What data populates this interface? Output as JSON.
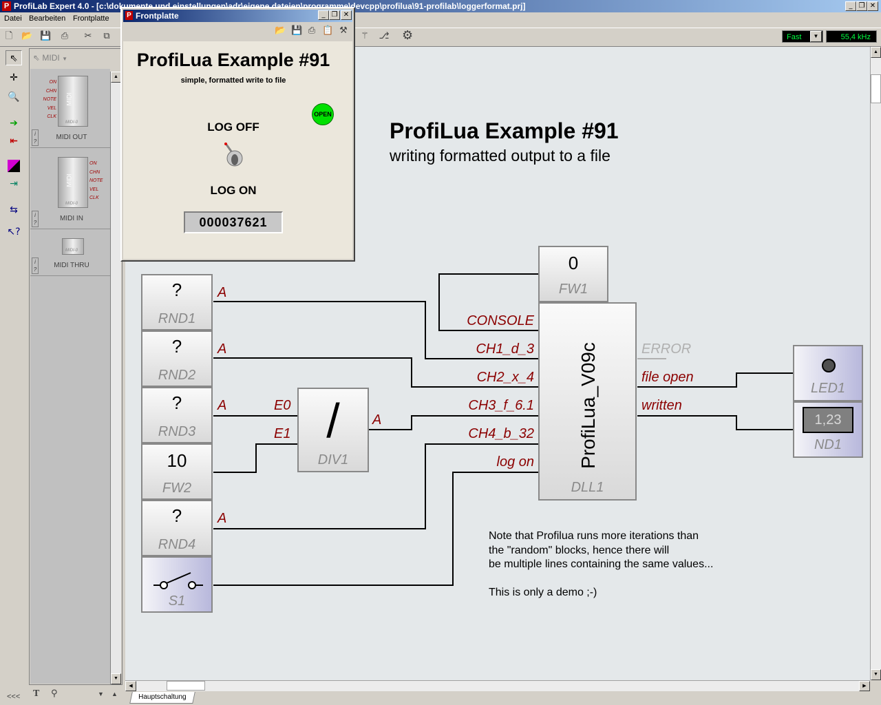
{
  "app": {
    "title": "ProfiLab Expert 4.0 - [c:\\dokumente und einstellungen\\adr\\eigene dateien\\programme\\devcpp\\profilua\\91-profilab\\loggerformat.prj]",
    "logo_glyph": "P"
  },
  "window_buttons": {
    "minimize": "_",
    "restore": "❐",
    "close": "✕"
  },
  "menu": [
    "Datei",
    "Bearbeiten",
    "Frontplatte"
  ],
  "toolbar": {
    "speed_label": "Fast",
    "frequency": "55,4 kHz"
  },
  "library": {
    "category": "MIDI",
    "items": [
      {
        "name": "MIDI OUT",
        "pins": [
          "ON",
          "CHN",
          "NOTE",
          "VEL",
          "CLK"
        ],
        "chip_label": "MIDI",
        "sub": "MIDI-0"
      },
      {
        "name": "MIDI IN",
        "pins": [
          "ON",
          "CHN",
          "NOTE",
          "VEL",
          "CLK"
        ],
        "chip_label": "MIDI",
        "sub": "MIDI-0"
      },
      {
        "name": "MIDI THRU",
        "chip_label": "MIDI-0"
      }
    ],
    "info_glyph": "i",
    "help_glyph": "?"
  },
  "diagram": {
    "heading": "ProfiLua Example #91",
    "subheading": "writing formatted output to a file",
    "blocks": {
      "rnd1": {
        "value": "?",
        "label": "RND1",
        "out": "A"
      },
      "rnd2": {
        "value": "?",
        "label": "RND2",
        "out": "A"
      },
      "rnd3": {
        "value": "?",
        "label": "RND3",
        "out": "A"
      },
      "fw2": {
        "value": "10",
        "label": "FW2"
      },
      "rnd4": {
        "value": "?",
        "label": "RND4",
        "out": "A"
      },
      "s1": {
        "label": "S1"
      },
      "div1": {
        "symbol": "/",
        "label": "DIV1",
        "in1": "E0",
        "in2": "E1",
        "out": "A"
      },
      "fw1": {
        "value": "0",
        "label": "FW1"
      },
      "dll1": {
        "name": "ProfiLua_V09c",
        "label": "DLL1",
        "inputs": [
          "CONSOLE",
          "CH1_d_3",
          "CH2_x_4",
          "CH3_f_6.1",
          "CH4_b_32",
          "log on"
        ],
        "outputs": [
          "ERROR",
          "file open",
          "written"
        ]
      },
      "led1": {
        "label": "LED1"
      },
      "nd1": {
        "value": "1,23",
        "label": "ND1"
      }
    },
    "note": [
      "Note that Profilua runs more iterations than",
      "the \"random\" blocks, hence there will",
      "be multiple lines containing the same values...",
      "",
      "This is only a demo ;-)"
    ]
  },
  "frontpanel": {
    "title": "Frontplatte",
    "heading": "ProfiLua Example #91",
    "subheading": "simple, formatted write to file",
    "log_off": "LOG OFF",
    "log_on": "LOG ON",
    "led_label": "OPEN",
    "counter": "000037621",
    "led_color": "#00e000"
  },
  "tabs": [
    "Hauptschaltung"
  ],
  "status": {
    "collapse": "<<<",
    "text_tool": "T",
    "binoculars": "⚲"
  }
}
